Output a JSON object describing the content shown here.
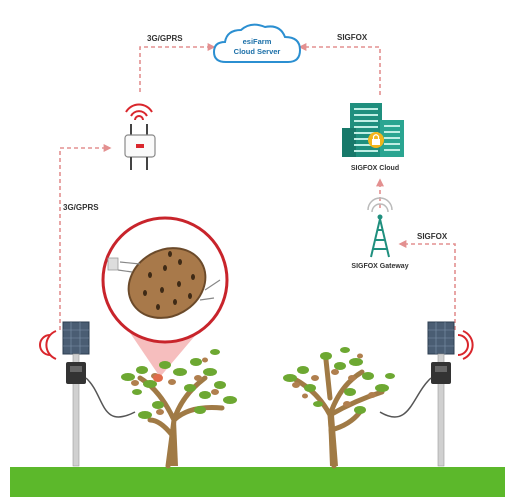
{
  "cloud_server": {
    "line1": "esiFarm",
    "line2": "Cloud Server"
  },
  "links": {
    "left_top": "3G/GPRS",
    "right_top": "SIGFOX",
    "left_side": "3G/GPRS",
    "right_side": "SIGFOX"
  },
  "sigfox_cloud": {
    "label": "SIGFOX Cloud"
  },
  "sigfox_gateway": {
    "label": "SIGFOX Gateway"
  },
  "colors": {
    "link": "#e39090",
    "signal": "#d9262c",
    "cloud": "#2b8fd1",
    "building": "#1f8f7e",
    "ground": "#5cb82b",
    "potato": "#a8794a",
    "tree_trunk": "#a07a45",
    "leaf": "#6da832"
  }
}
